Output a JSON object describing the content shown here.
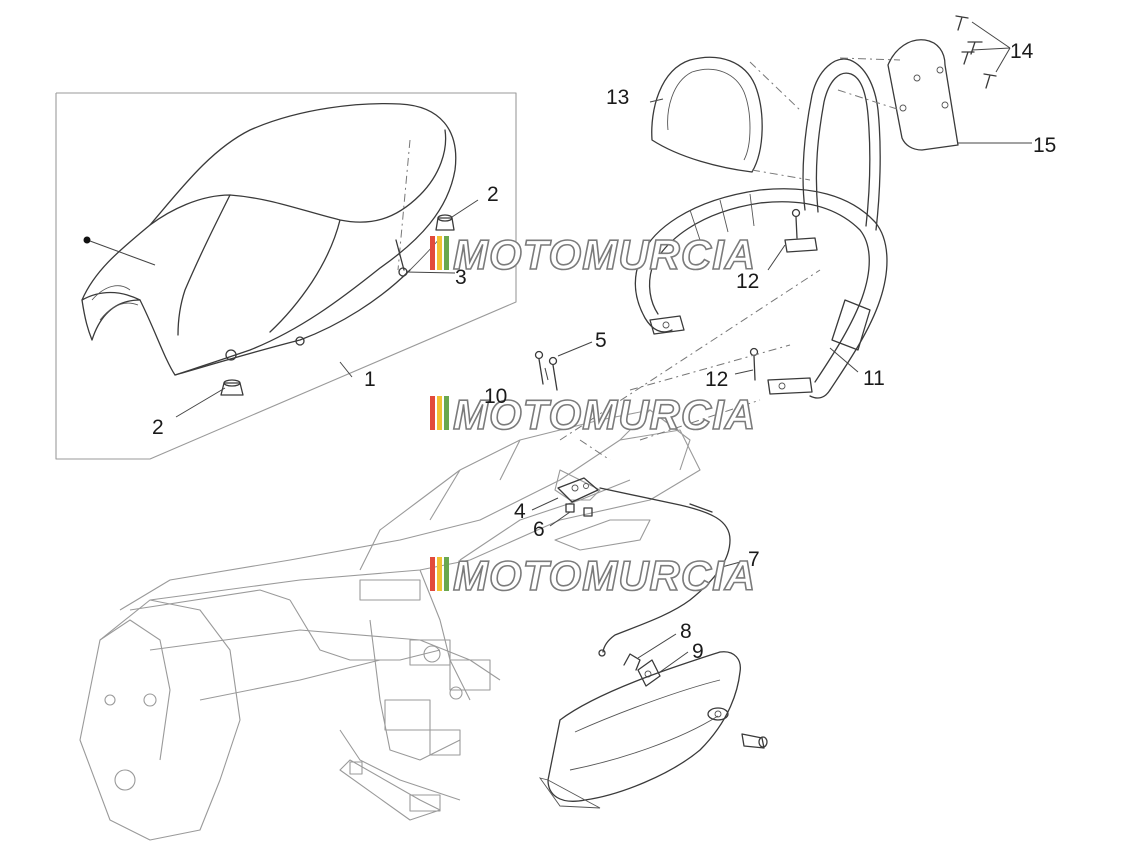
{
  "diagram": {
    "callouts": [
      {
        "id": "1",
        "label": "1"
      },
      {
        "id": "2a",
        "label": "2"
      },
      {
        "id": "2b",
        "label": "2"
      },
      {
        "id": "3",
        "label": "3"
      },
      {
        "id": "4",
        "label": "4"
      },
      {
        "id": "5",
        "label": "5"
      },
      {
        "id": "6",
        "label": "6"
      },
      {
        "id": "7",
        "label": "7"
      },
      {
        "id": "8",
        "label": "8"
      },
      {
        "id": "9",
        "label": "9"
      },
      {
        "id": "10",
        "label": "10"
      },
      {
        "id": "11",
        "label": "11"
      },
      {
        "id": "12a",
        "label": "12"
      },
      {
        "id": "12b",
        "label": "12"
      },
      {
        "id": "13",
        "label": "13"
      },
      {
        "id": "14",
        "label": "14"
      },
      {
        "id": "15",
        "label": "15"
      }
    ],
    "watermark": {
      "text": "MOTOMURCIA",
      "stripe_colors": [
        "#e24a3b",
        "#f1c232",
        "#6aa84f"
      ]
    }
  }
}
